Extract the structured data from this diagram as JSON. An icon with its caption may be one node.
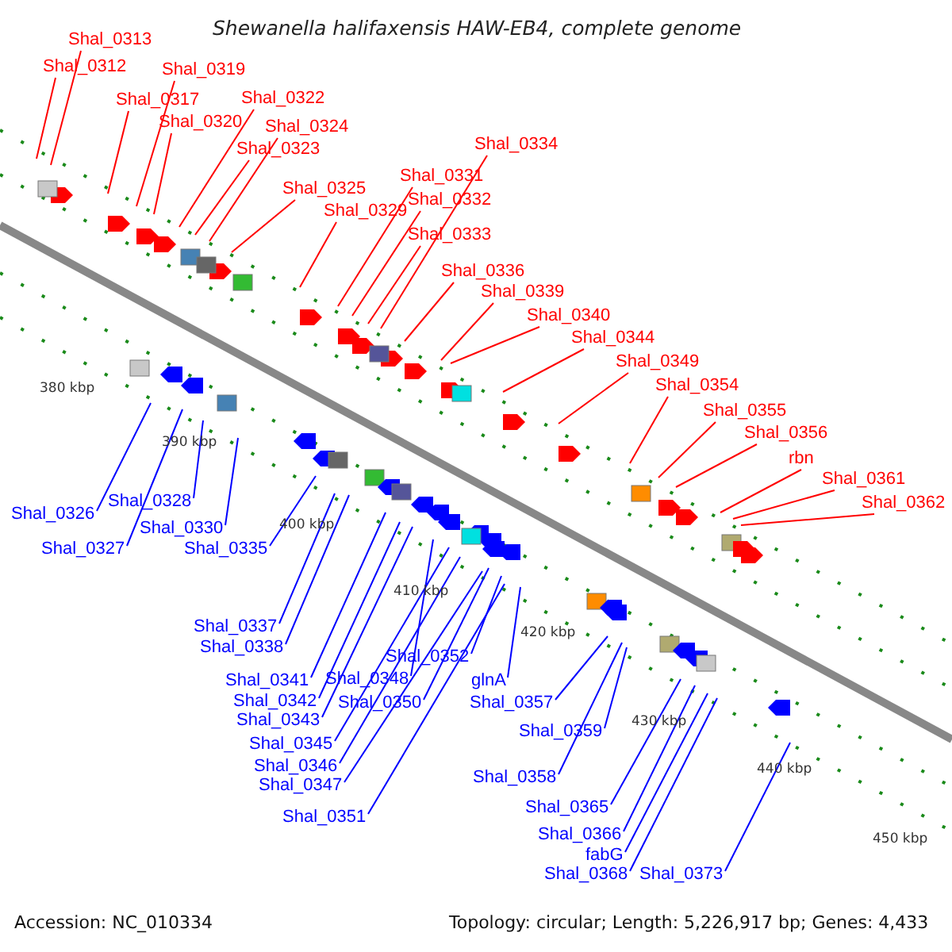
{
  "diagram": {
    "title": "Shewanella halifaxensis HAW-EB4, complete genome",
    "nodes": [
      {
        "text": [
          "Shal_0313"
        ]
      },
      {
        "text": [
          "Shal_0312"
        ]
      },
      {
        "text": [
          "Shal_0319"
        ]
      },
      {
        "text": [
          "Shal_0317"
        ]
      },
      {
        "text": [
          "Shal_0322"
        ]
      },
      {
        "text": [
          "Shal_0320"
        ]
      },
      {
        "text": [
          "Shal_0324"
        ]
      },
      {
        "text": [
          "Shal_0323"
        ]
      },
      {
        "text": [
          "Shal_0334"
        ]
      },
      {
        "text": [
          "Shal_0331"
        ]
      },
      {
        "text": [
          "Shal_0325"
        ]
      },
      {
        "text": [
          "Shal_0332"
        ]
      },
      {
        "text": [
          "Shal_0329"
        ]
      },
      {
        "text": [
          "Shal_0333"
        ]
      },
      {
        "text": [
          "Shal_0336"
        ]
      },
      {
        "text": [
          "Shal_0339"
        ]
      },
      {
        "text": [
          "Shal_0340"
        ]
      },
      {
        "text": [
          "Shal_0344"
        ]
      },
      {
        "text": [
          "Shal_0349"
        ]
      },
      {
        "text": [
          "Shal_0354"
        ]
      },
      {
        "text": [
          "Shal_0355"
        ]
      },
      {
        "text": [
          "Shal_0356"
        ]
      },
      {
        "text": [
          "rbn"
        ]
      },
      {
        "text": [
          "Shal_0361"
        ]
      },
      {
        "text": [
          "Shal_0362"
        ]
      },
      {
        "text": [
          "Shal_0326"
        ]
      },
      {
        "text": [
          "Shal_0328"
        ]
      },
      {
        "text": [
          "Shal_0327"
        ]
      },
      {
        "text": [
          "Shal_0330"
        ]
      },
      {
        "text": [
          "Shal_0335"
        ]
      },
      {
        "text": [
          "Shal_0337"
        ]
      },
      {
        "text": [
          "Shal_0338"
        ]
      },
      {
        "text": [
          "Shal_0352"
        ]
      },
      {
        "text": [
          "Shal_0348"
        ]
      },
      {
        "text": [
          "Shal_0341"
        ]
      },
      {
        "text": [
          "Shal_0342"
        ]
      },
      {
        "text": [
          "Shal_0350"
        ]
      },
      {
        "text": [
          "Shal_0343"
        ]
      },
      {
        "text": [
          "Shal_0345"
        ]
      },
      {
        "text": [
          "Shal_0346"
        ]
      },
      {
        "text": [
          "Shal_0347"
        ]
      },
      {
        "text": [
          "Shal_0351"
        ]
      },
      {
        "text": [
          "glnA"
        ]
      },
      {
        "text": [
          "Shal_0357"
        ]
      },
      {
        "text": [
          "Shal_0359"
        ]
      },
      {
        "text": [
          "Shal_0358"
        ]
      },
      {
        "text": [
          "Shal_0365"
        ]
      },
      {
        "text": [
          "Shal_0366"
        ]
      },
      {
        "text": [
          "fabG"
        ]
      },
      {
        "text": [
          "Shal_0368"
        ]
      },
      {
        "text": [
          "Shal_0373"
        ]
      }
    ],
    "edges": [
      {
        "from": 0,
        "to": null,
        "arrow": "none",
        "color": "#ff0000"
      },
      {
        "from": 1,
        "to": null,
        "arrow": "none",
        "color": "#ff0000"
      },
      {
        "from": 2,
        "to": null,
        "arrow": "none",
        "color": "#ff0000"
      },
      {
        "from": 3,
        "to": null,
        "arrow": "none",
        "color": "#ff0000"
      },
      {
        "from": 4,
        "to": null,
        "arrow": "none",
        "color": "#ff0000"
      },
      {
        "from": 5,
        "to": null,
        "arrow": "none",
        "color": "#ff0000"
      },
      {
        "from": 6,
        "to": null,
        "arrow": "none",
        "color": "#ff0000"
      },
      {
        "from": 7,
        "to": null,
        "arrow": "none",
        "color": "#ff0000"
      },
      {
        "from": 8,
        "to": null,
        "arrow": "none",
        "color": "#ff0000"
      },
      {
        "from": 9,
        "to": null,
        "arrow": "none",
        "color": "#ff0000"
      },
      {
        "from": 10,
        "to": null,
        "arrow": "none",
        "color": "#ff0000"
      },
      {
        "from": 11,
        "to": null,
        "arrow": "none",
        "color": "#ff0000"
      },
      {
        "from": 12,
        "to": null,
        "arrow": "none",
        "color": "#ff0000"
      },
      {
        "from": 13,
        "to": null,
        "arrow": "none",
        "color": "#ff0000"
      },
      {
        "from": 14,
        "to": null,
        "arrow": "none",
        "color": "#ff0000"
      },
      {
        "from": 15,
        "to": null,
        "arrow": "none",
        "color": "#ff0000"
      },
      {
        "from": 16,
        "to": null,
        "arrow": "none",
        "color": "#ff0000"
      },
      {
        "from": 17,
        "to": null,
        "arrow": "none",
        "color": "#ff0000"
      },
      {
        "from": 18,
        "to": null,
        "arrow": "none",
        "color": "#ff0000"
      },
      {
        "from": 19,
        "to": null,
        "arrow": "none",
        "color": "#ff0000"
      },
      {
        "from": 20,
        "to": null,
        "arrow": "none",
        "color": "#ff0000"
      },
      {
        "from": 21,
        "to": null,
        "arrow": "none",
        "color": "#ff0000"
      },
      {
        "from": 22,
        "to": null,
        "arrow": "none",
        "color": "#ff0000"
      },
      {
        "from": 23,
        "to": null,
        "arrow": "none",
        "color": "#ff0000"
      },
      {
        "from": 24,
        "to": null,
        "arrow": "none",
        "color": "#ff0000"
      },
      {
        "from": 25,
        "to": null,
        "arrow": "none"
      },
      {
        "from": 26,
        "to": null,
        "arrow": "none"
      },
      {
        "from": 27,
        "to": null,
        "arrow": "none"
      },
      {
        "from": 28,
        "to": null,
        "arrow": "none"
      },
      {
        "from": 29,
        "to": null,
        "arrow": "none"
      },
      {
        "from": 30,
        "to": null,
        "arrow": "none"
      },
      {
        "from": 31,
        "to": null,
        "arrow": "none"
      },
      {
        "from": 32,
        "to": null,
        "arrow": "none"
      },
      {
        "from": 33,
        "to": null,
        "arrow": "none"
      },
      {
        "from": 34,
        "to": null,
        "arrow": "none"
      },
      {
        "from": 35,
        "to": null,
        "arrow": "none"
      },
      {
        "from": 36,
        "to": null,
        "arrow": "none"
      },
      {
        "from": 37,
        "to": null,
        "arrow": "none"
      },
      {
        "from": 38,
        "to": null,
        "arrow": "none"
      },
      {
        "from": 39,
        "to": null,
        "arrow": "none"
      },
      {
        "from": 40,
        "to": null,
        "arrow": "none"
      },
      {
        "from": 41,
        "to": null,
        "arrow": "none"
      },
      {
        "from": 42,
        "to": null,
        "arrow": "none"
      },
      {
        "from": 43,
        "to": null,
        "arrow": "none"
      },
      {
        "from": 44,
        "to": null,
        "arrow": "none"
      },
      {
        "from": 45,
        "to": null,
        "arrow": "none"
      },
      {
        "from": 46,
        "to": null,
        "arrow": "none"
      },
      {
        "from": 47,
        "to": null,
        "arrow": "none"
      },
      {
        "from": 48,
        "to": null,
        "arrow": "none"
      },
      {
        "from": 49,
        "to": null,
        "arrow": "none"
      },
      {
        "from": 50,
        "to": null,
        "arrow": "none"
      }
    ],
    "labels": [
      "380 kbp",
      "390 kbp",
      "400 kbp",
      "410 kbp",
      "420 kbp",
      "430 kbp",
      "440 kbp",
      "450 kbp",
      "Accession: NC_010334",
      "Topology: circular; Length: 5,226,917 bp; Genes: 4,433"
    ]
  }
}
